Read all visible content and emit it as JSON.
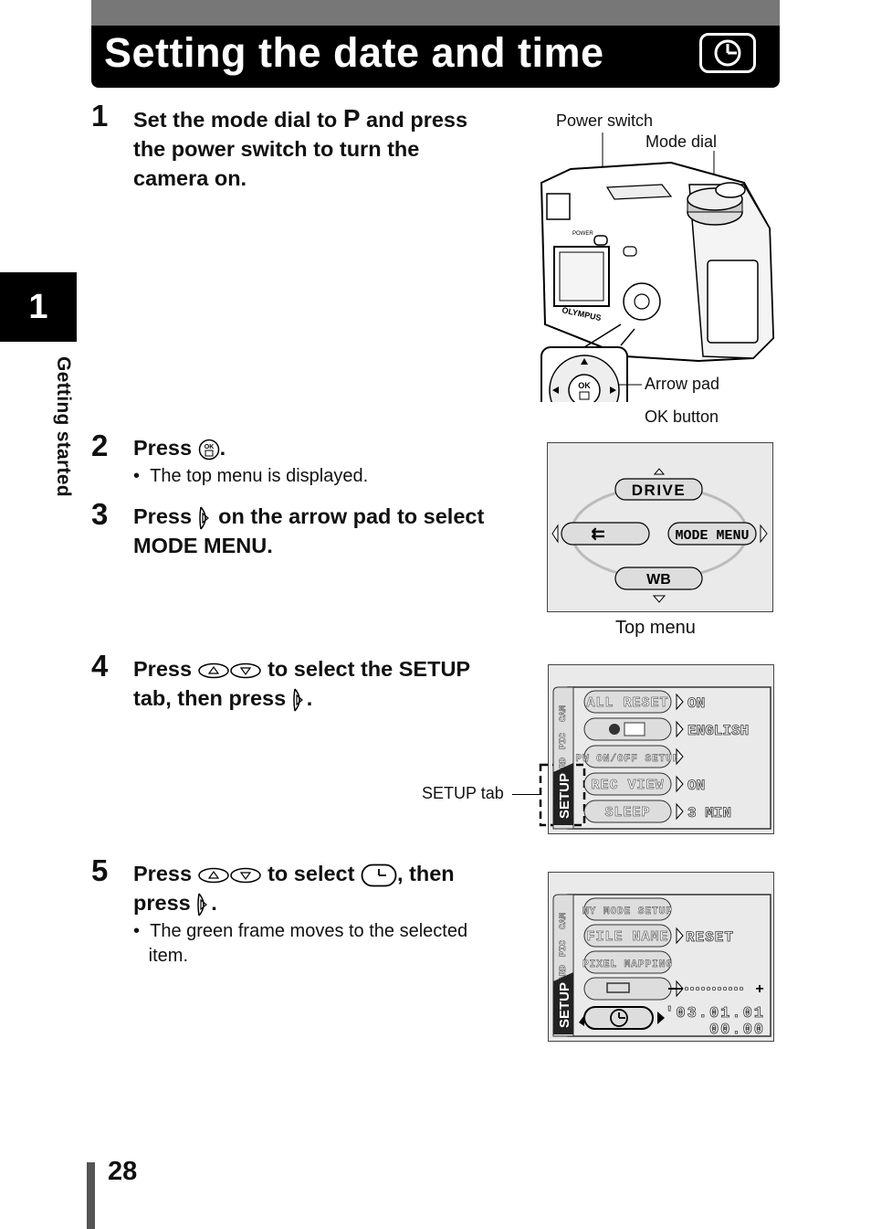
{
  "header": {
    "title": "Setting the date and time",
    "icon": "clock-icon"
  },
  "side": {
    "chapter": "1",
    "label": "Getting started"
  },
  "steps": {
    "s1": {
      "num": "1",
      "line1_a": "Set the mode dial to ",
      "line1_p": "P",
      "line1_b": " and press",
      "line2": "the power switch to turn the",
      "line3": "camera on."
    },
    "s2": {
      "num": "2",
      "text_a": "Press ",
      "text_b": ".",
      "bullet": "The top menu is displayed."
    },
    "s3": {
      "num": "3",
      "text_a": "Press ",
      "text_b": " on the arrow pad to select",
      "line2": "MODE MENU."
    },
    "s4": {
      "num": "4",
      "text_a": "Press ",
      "text_b": " to select the SETUP",
      "line2_a": "tab, then press ",
      "line2_b": "."
    },
    "s5": {
      "num": "5",
      "text_a": "Press ",
      "text_b": " to select ",
      "text_c": ", then",
      "line2_a": "press ",
      "line2_b": ".",
      "bullet_l1": "The green frame moves to the selected",
      "bullet_l2": "item."
    }
  },
  "camera": {
    "power_switch": "Power switch",
    "mode_dial": "Mode dial",
    "arrow_pad": "Arrow pad",
    "ok_button": "OK button",
    "brand": "OLYMPUS",
    "power_label": "POWER",
    "ok": "OK"
  },
  "top_menu": {
    "drive": "DRIVE",
    "mode_menu": "MODE MENU",
    "wb": "WB",
    "caption": "Top menu"
  },
  "setup_menu": {
    "tabs": [
      "CAM",
      "PIC",
      "CARD",
      "SETUP"
    ],
    "rows": [
      {
        "label": "ALL RESET",
        "value": "ON"
      },
      {
        "label": "",
        "value": "ENGLISH"
      },
      {
        "label": "PW ON/OFF SETUP",
        "value": ""
      },
      {
        "label": "REC VIEW",
        "value": "ON"
      },
      {
        "label": "SLEEP",
        "value": "3   MIN"
      }
    ],
    "setup_tab_label": "SETUP tab"
  },
  "setup_menu2": {
    "rows": [
      {
        "label": "MY MODE SETUP",
        "value": ""
      },
      {
        "label": "FILE NAME",
        "value": "RESET"
      },
      {
        "label": "PIXEL MAPPING",
        "value": ""
      },
      {
        "label": "",
        "value": ""
      },
      {
        "label": "",
        "value": ""
      }
    ],
    "date": "'03.01.01",
    "time": "00.00"
  },
  "page": {
    "number": "28"
  }
}
